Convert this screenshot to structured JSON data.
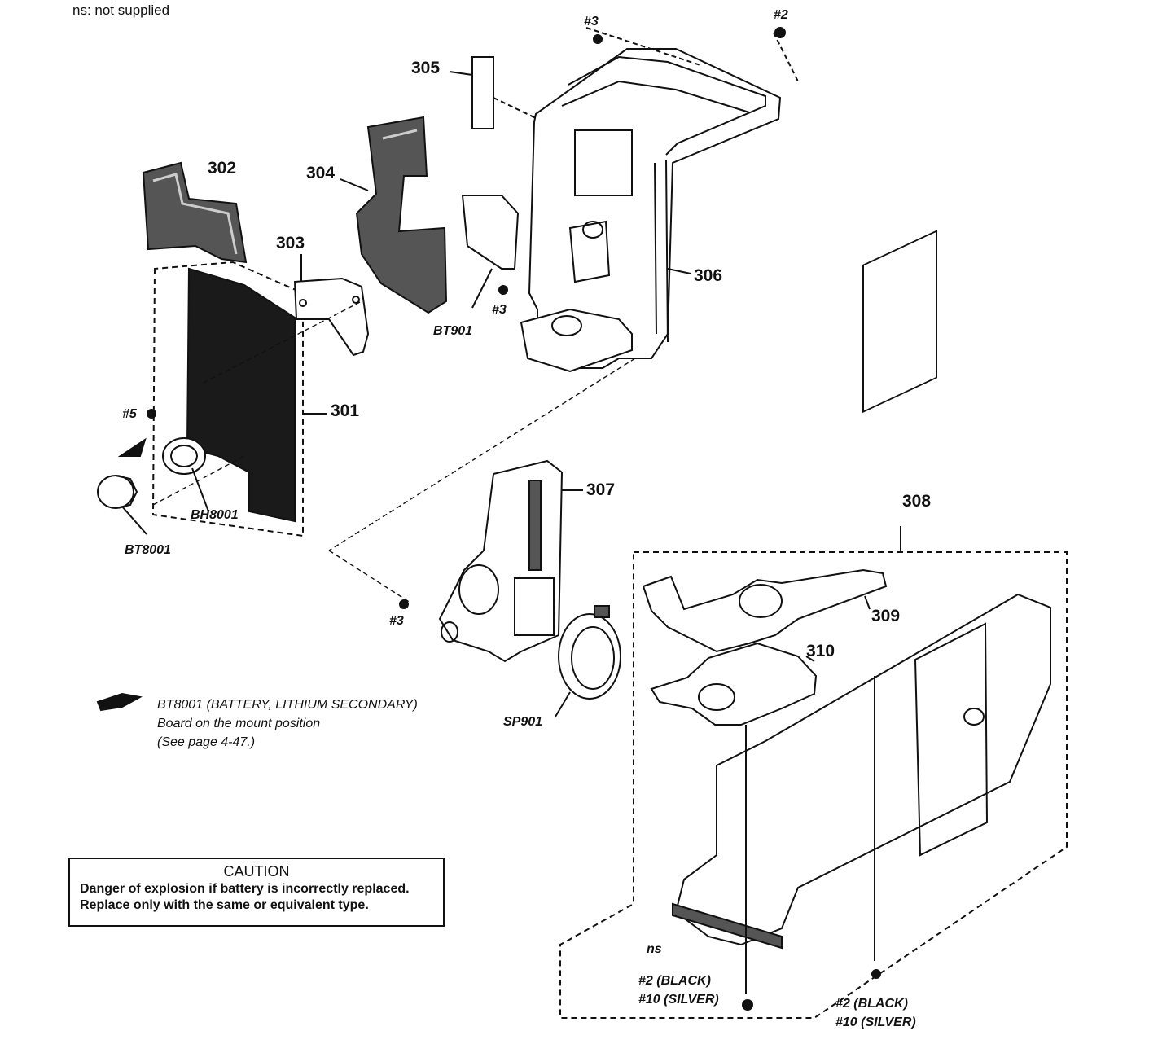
{
  "header": {
    "note": "ns: not supplied"
  },
  "parts": {
    "p301": "301",
    "p302": "302",
    "p303": "303",
    "p304": "304",
    "p305": "305",
    "p306": "306",
    "p307": "307",
    "p308": "308",
    "p309": "309",
    "p310": "310"
  },
  "refs": {
    "bt901": "BT901",
    "bh8001": "BH8001",
    "bt8001": "BT8001",
    "sp901": "SP901",
    "ns": "ns",
    "screw3_a": "#3",
    "screw2_a": "#2",
    "screw3_b": "#3",
    "screw5": "#5",
    "screw3_c": "#3",
    "screw_bottom_1_a": "#2 (BLACK)",
    "screw_bottom_1_b": "#10 (SILVER)",
    "screw_bottom_2_a": "#2 (BLACK)",
    "screw_bottom_2_b": "#10 (SILVER)"
  },
  "battery_note": {
    "line1": "BT8001 (BATTERY, LITHIUM SECONDARY)",
    "line2": "Board on the mount position",
    "line3": "(See page 4-47.)"
  },
  "caution": {
    "title": "CAUTION",
    "line1": "Danger of explosion if battery is incorrectly replaced.",
    "line2": "Replace only with the same or equivalent type."
  }
}
